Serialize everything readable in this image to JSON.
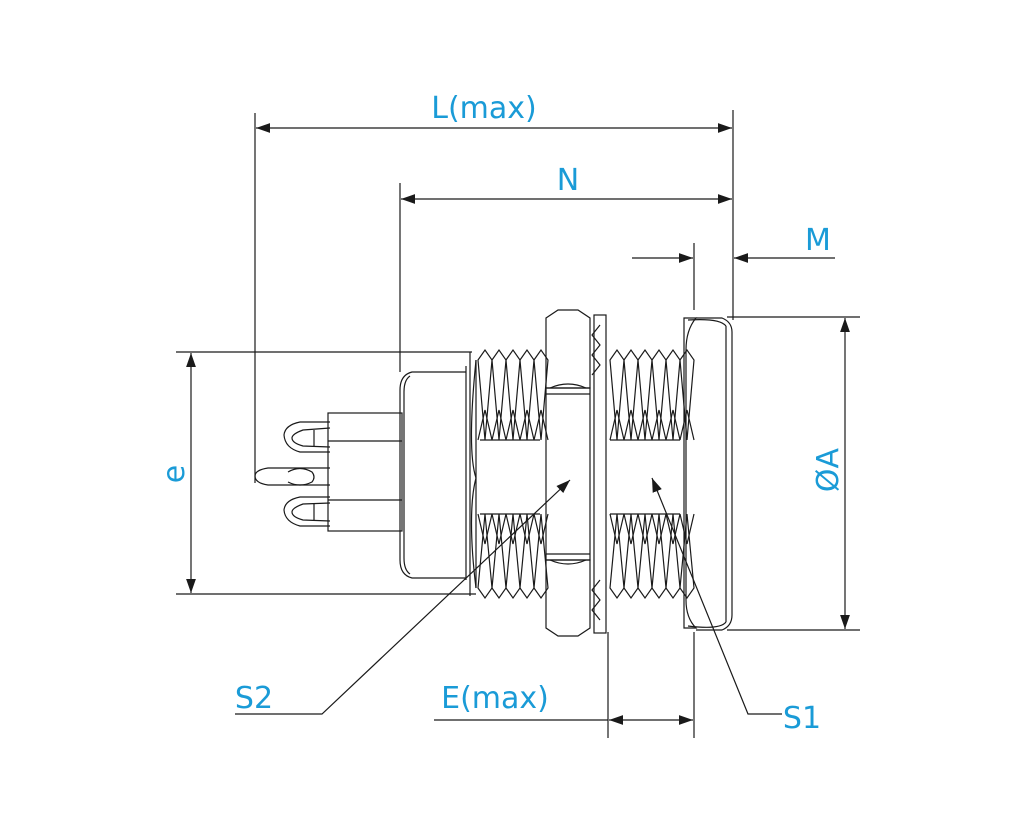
{
  "colors": {
    "label": "#1a9bd7",
    "line": "#1a1a1a",
    "background": "#ffffff"
  },
  "labels": {
    "L": "L(max)",
    "N": "N",
    "M": "M",
    "A": "ØA",
    "e": "e",
    "E": "E(max)",
    "S1": "S1",
    "S2": "S2"
  }
}
